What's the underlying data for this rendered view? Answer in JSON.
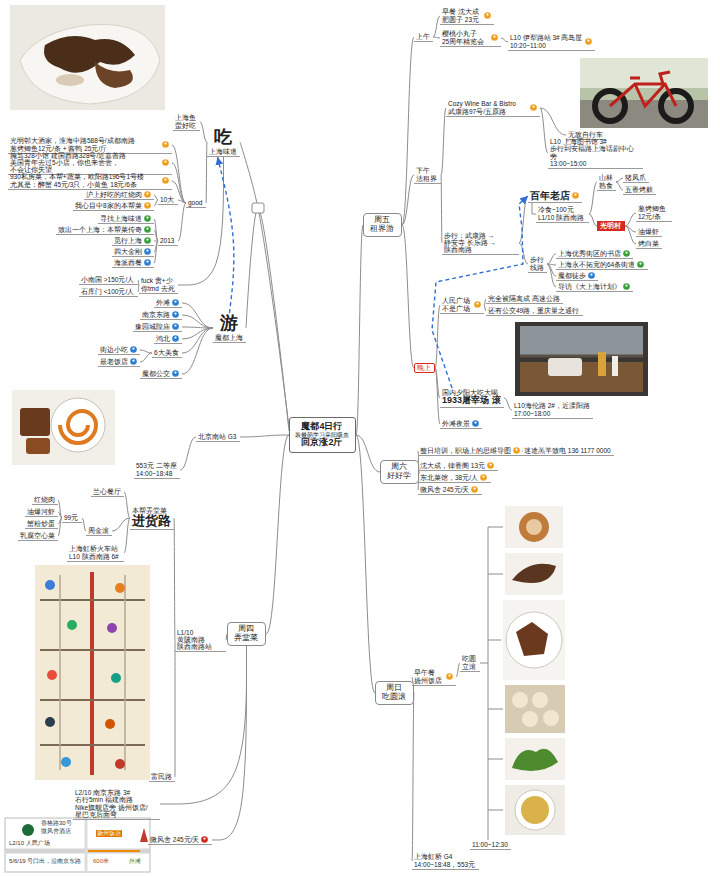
{
  "diagram": {
    "nodes": [
      {
        "text": [
          "魔都4日行",
          "装最萌学习采阳吸血",
          "回京涨2斤"
        ]
      },
      {
        "text": [
          "周五 租界游"
        ]
      },
      {
        "text": [
          "上午"
        ]
      },
      {
        "text": [
          "早餐 沈大成 肥圆子 23元"
        ]
      },
      {
        "text": [
          "樱桃小丸子 25周年精览会"
        ]
      },
      {
        "text": [
          "L10 伊犁路站 3# 高岛屋",
          "10:20~11:00"
        ]
      },
      {
        "text": [
          "下午 法租界"
        ]
      },
      {
        "text": [
          "Cozy Wine Bar & Bistro 武康路97号/五原路"
        ]
      },
      {
        "text": [
          "无敌自行车"
        ]
      },
      {
        "text": [
          "L10 上海图书馆 3# 步行到安福路上海话剧中心旁",
          "13:00~15:00"
        ]
      },
      {
        "text": [
          "步行：武康路 → 静安寺 长乐路 → 陕西南路"
        ]
      },
      {
        "text": [
          "百年老店"
        ]
      },
      {
        "text": [
          "冷食~100元 L1/10 陕西南路"
        ]
      },
      {
        "text": [
          "山林 熟食"
        ]
      },
      {
        "text": [
          "猪凤爪"
        ]
      },
      {
        "text": [
          "五香烤麸"
        ]
      },
      {
        "text": [
          "光明村"
        ]
      },
      {
        "text": [
          "葱烤鲫鱼 12元/条"
        ]
      },
      {
        "text": [
          "油爆虾"
        ]
      },
      {
        "text": [
          "烤白菜"
        ]
      },
      {
        "text": [
          "步行 线路"
        ]
      },
      {
        "text": [
          "上海优秀街区的书店"
        ]
      },
      {
        "text": [
          "上海永不拓宽的64条街道"
        ]
      },
      {
        "text": [
          "魔都徒步"
        ]
      },
      {
        "text": [
          "导访《大上海计划》"
        ]
      },
      {
        "text": [
          "晚上"
        ]
      },
      {
        "text": [
          "人民广场 不是广场"
        ]
      },
      {
        "text": [
          "完全被隔离成 高速公路"
        ]
      },
      {
        "text": [
          "还有公交49路，重庆量之通行"
        ]
      },
      {
        "text": [
          "国内夕阳大吃大喝",
          "1933屠宰场 滚"
        ]
      },
      {
        "text": [
          "L10海伦路 2#，近溧阳路",
          "17:00~18:00"
        ]
      },
      {
        "text": [
          "外滩夜景"
        ]
      },
      {
        "text": [
          "周六 好好学"
        ]
      },
      {
        "text": [
          "整日培训，职场上的思维导图"
        ]
      },
      {
        "text": [
          "迷途羔羊致电 136 1177 0000"
        ]
      },
      {
        "text": [
          "沈大成，律香阁 13元"
        ]
      },
      {
        "text": [
          "东北菜馆，38元/人"
        ]
      },
      {
        "text": [
          "微风舍 245元/天"
        ]
      },
      {
        "text": [
          "周日 吃圆滚"
        ]
      },
      {
        "text": [
          "早午餐 扬州饭店"
        ]
      },
      {
        "text": [
          "吃圆 立滚"
        ]
      },
      {
        "text": [
          "11:00~12:30"
        ]
      },
      {
        "text": [
          "上海虹桥 G4",
          "14:00~18:48，553元"
        ]
      },
      {
        "text": [
          "周四 弄堂菜"
        ]
      },
      {
        "text": [
          "L1/10 黄陂南路 陕西南路站"
        ]
      },
      {
        "text": [
          "本帮弄堂菜",
          "进货路"
        ]
      },
      {
        "text": [
          "兰心餐厅"
        ]
      },
      {
        "text": [
          "周金滚"
        ]
      },
      {
        "text": [
          "99元"
        ]
      },
      {
        "text": [
          "红烧肉"
        ]
      },
      {
        "text": [
          "油爆河虾"
        ]
      },
      {
        "text": [
          "蟹粉炒蛋"
        ]
      },
      {
        "text": [
          "乳腐空心菜"
        ]
      },
      {
        "text": [
          "上海虹桥火车站 L10 陕西南路 6#"
        ]
      },
      {
        "text": [
          "富民路"
        ]
      },
      {
        "text": [
          "L2/10 南京东路 3#右行5min 福建南路 Nike旗舰店旁 扬州饭店/星巴克后面弯"
        ]
      },
      {
        "text": [
          "微风舍 245元/天"
        ]
      },
      {
        "text": [
          "北京南站 G3"
        ]
      },
      {
        "text": [
          "553元 二等座",
          "14:00~18:48"
        ]
      },
      {
        "text": [
          "吃",
          "上海味道"
        ]
      },
      {
        "text": [
          "上海鱼 蛮好吃"
        ]
      },
      {
        "text": [
          "good"
        ]
      },
      {
        "text": [
          "光明邨大酒家，淮海中路588号/成都南路 葱烤鲫鱼12元/条 + 酱鸭 25元/斤"
        ]
      },
      {
        "text": [
          "腌笃328小馆 建国西路328号/近嘉善路 美国青年去过5小店，你也来尝尝，不会让你失望"
        ]
      },
      {
        "text": [
          "930私房菜，本帮+蔬菜，欧阳路196号1号楼 尤其是：醉蟹 45元/3只，小黄鱼 18元/6条"
        ]
      },
      {
        "text": [
          "10大"
        ]
      },
      {
        "text": [
          "沪上好吃的红烧肉"
        ]
      },
      {
        "text": [
          "我心目中8家的本帮菜"
        ]
      },
      {
        "text": [
          "2013"
        ]
      },
      {
        "text": [
          "寻找上海味道"
        ]
      },
      {
        "text": [
          "致出一个上海：本帮菜传奇"
        ]
      },
      {
        "text": [
          "觅行上海"
        ]
      },
      {
        "text": [
          "四大金刚"
        ]
      },
      {
        "text": [
          "海派西餐"
        ]
      },
      {
        "text": [
          "fuck 贵+少 你tmd 去死"
        ]
      },
      {
        "text": [
          "小南国 >150元/人"
        ]
      },
      {
        "text": [
          "石库门 <100元/人"
        ]
      },
      {
        "text": [
          "游",
          "魔都上海"
        ]
      },
      {
        "text": [
          "外滩"
        ]
      },
      {
        "text": [
          "南京东路"
        ]
      },
      {
        "text": [
          "豫园城隍庙"
        ]
      },
      {
        "text": [
          "鸿北"
        ]
      },
      {
        "text": [
          "6大美食"
        ]
      },
      {
        "text": [
          "街边小吃"
        ]
      },
      {
        "text": [
          "最老饭店"
        ]
      },
      {
        "text": [
          "魔都公交"
        ]
      }
    ],
    "edges": [
      {
        "from": 0,
        "to": 1,
        "arrow": "none"
      },
      {
        "from": 1,
        "to": 2,
        "arrow": "none"
      },
      {
        "from": 2,
        "to": 3,
        "arrow": "none"
      },
      {
        "from": 2,
        "to": 4,
        "arrow": "none"
      },
      {
        "from": 4,
        "to": 5,
        "arrow": "none"
      },
      {
        "from": 1,
        "to": 6,
        "arrow": "none"
      },
      {
        "from": 6,
        "to": 7,
        "arrow": "none"
      },
      {
        "from": 7,
        "to": 8,
        "arrow": "none"
      },
      {
        "from": 7,
        "to": 9,
        "arrow": "none"
      },
      {
        "from": 6,
        "to": 10,
        "arrow": "none"
      },
      {
        "from": 10,
        "to": 11,
        "arrow": "none"
      },
      {
        "from": 11,
        "to": 12,
        "arrow": "none"
      },
      {
        "from": 12,
        "to": 13,
        "arrow": "none"
      },
      {
        "from": 13,
        "to": 14,
        "arrow": "none"
      },
      {
        "from": 13,
        "to": 15,
        "arrow": "none"
      },
      {
        "from": 12,
        "to": 16,
        "arrow": "none"
      },
      {
        "from": 16,
        "to": 17,
        "arrow": "none"
      },
      {
        "from": 16,
        "to": 18,
        "arrow": "none"
      },
      {
        "from": 16,
        "to": 19,
        "arrow": "none"
      },
      {
        "from": 10,
        "to": 20,
        "arrow": "none"
      },
      {
        "from": 20,
        "to": 21,
        "arrow": "none"
      },
      {
        "from": 20,
        "to": 22,
        "arrow": "none"
      },
      {
        "from": 20,
        "to": 23,
        "arrow": "none"
      },
      {
        "from": 20,
        "to": 24,
        "arrow": "none"
      },
      {
        "from": 1,
        "to": 25,
        "arrow": "none"
      },
      {
        "from": 25,
        "to": 26,
        "arrow": "none"
      },
      {
        "from": 26,
        "to": 27,
        "arrow": "none"
      },
      {
        "from": 26,
        "to": 28,
        "arrow": "none"
      },
      {
        "from": 25,
        "to": 29,
        "arrow": "none"
      },
      {
        "from": 29,
        "to": 30,
        "arrow": "none"
      },
      {
        "from": 25,
        "to": 31,
        "arrow": "none"
      },
      {
        "from": 0,
        "to": 32,
        "arrow": "none"
      },
      {
        "from": 32,
        "to": 33,
        "arrow": "none"
      },
      {
        "from": 33,
        "to": 34,
        "arrow": "none"
      },
      {
        "from": 32,
        "to": 35,
        "arrow": "none"
      },
      {
        "from": 32,
        "to": 36,
        "arrow": "none"
      },
      {
        "from": 32,
        "to": 37,
        "arrow": "none"
      },
      {
        "from": 0,
        "to": 38,
        "arrow": "none"
      },
      {
        "from": 38,
        "to": 39,
        "arrow": "none"
      },
      {
        "from": 39,
        "to": 40,
        "arrow": "none"
      },
      {
        "from": 40,
        "to": 41,
        "arrow": "none"
      },
      {
        "from": 38,
        "to": 42,
        "arrow": "none"
      },
      {
        "from": 0,
        "to": 43,
        "arrow": "none"
      },
      {
        "from": 43,
        "to": 44,
        "arrow": "none"
      },
      {
        "from": 44,
        "to": 45,
        "arrow": "none"
      },
      {
        "from": 45,
        "to": 46,
        "arrow": "none"
      },
      {
        "from": 45,
        "to": 47,
        "arrow": "none"
      },
      {
        "from": 47,
        "to": 48,
        "arrow": "none"
      },
      {
        "from": 48,
        "to": 49,
        "arrow": "none"
      },
      {
        "from": 48,
        "to": 50,
        "arrow": "none"
      },
      {
        "from": 48,
        "to": 51,
        "arrow": "none"
      },
      {
        "from": 48,
        "to": 52,
        "arrow": "none"
      },
      {
        "from": 45,
        "to": 53,
        "arrow": "none"
      },
      {
        "from": 44,
        "to": 54,
        "arrow": "none"
      },
      {
        "from": 43,
        "to": 55,
        "arrow": "none"
      },
      {
        "from": 43,
        "to": 56,
        "arrow": "none"
      },
      {
        "from": 0,
        "to": 57,
        "arrow": "none"
      },
      {
        "from": 57,
        "to": 58,
        "arrow": "none"
      },
      {
        "from": 0,
        "to": 59,
        "arrow": "none"
      },
      {
        "from": 59,
        "to": 60,
        "arrow": "none"
      },
      {
        "from": 59,
        "to": 61,
        "arrow": "none"
      },
      {
        "from": 61,
        "to": 62,
        "arrow": "none"
      },
      {
        "from": 61,
        "to": 63,
        "arrow": "none"
      },
      {
        "from": 61,
        "to": 64,
        "arrow": "none"
      },
      {
        "from": 61,
        "to": 65,
        "arrow": "none"
      },
      {
        "from": 65,
        "to": 66,
        "arrow": "none"
      },
      {
        "from": 65,
        "to": 67,
        "arrow": "none"
      },
      {
        "from": 61,
        "to": 68,
        "arrow": "none"
      },
      {
        "from": 68,
        "to": 69,
        "arrow": "none"
      },
      {
        "from": 68,
        "to": 70,
        "arrow": "none"
      },
      {
        "from": 68,
        "to": 71,
        "arrow": "none"
      },
      {
        "from": 68,
        "to": 72,
        "arrow": "none"
      },
      {
        "from": 68,
        "to": 73,
        "arrow": "none"
      },
      {
        "from": 59,
        "to": 74,
        "arrow": "none"
      },
      {
        "from": 74,
        "to": 75,
        "arrow": "none"
      },
      {
        "from": 74,
        "to": 76,
        "arrow": "none"
      },
      {
        "from": 0,
        "to": 77,
        "arrow": "none"
      },
      {
        "from": 77,
        "to": 78,
        "arrow": "none"
      },
      {
        "from": 77,
        "to": 79,
        "arrow": "none"
      },
      {
        "from": 77,
        "to": 80,
        "arrow": "none"
      },
      {
        "from": 77,
        "to": 81,
        "arrow": "none"
      },
      {
        "from": 77,
        "to": 82,
        "arrow": "none"
      },
      {
        "from": 82,
        "to": 83,
        "arrow": "none"
      },
      {
        "from": 82,
        "to": 84,
        "arrow": "none"
      },
      {
        "from": 77,
        "to": 85,
        "arrow": "none"
      },
      {
        "from": 29,
        "to": 11,
        "arrow": "to"
      },
      {
        "from": 77,
        "to": 59,
        "arrow": "to"
      }
    ],
    "labels": [
      "香格路30号",
      "微风舍酒店",
      "L2/10 人民广场",
      "5/6/19 号口出，沿南京东路",
      "扬州饭店",
      "600米",
      "外滩"
    ]
  }
}
